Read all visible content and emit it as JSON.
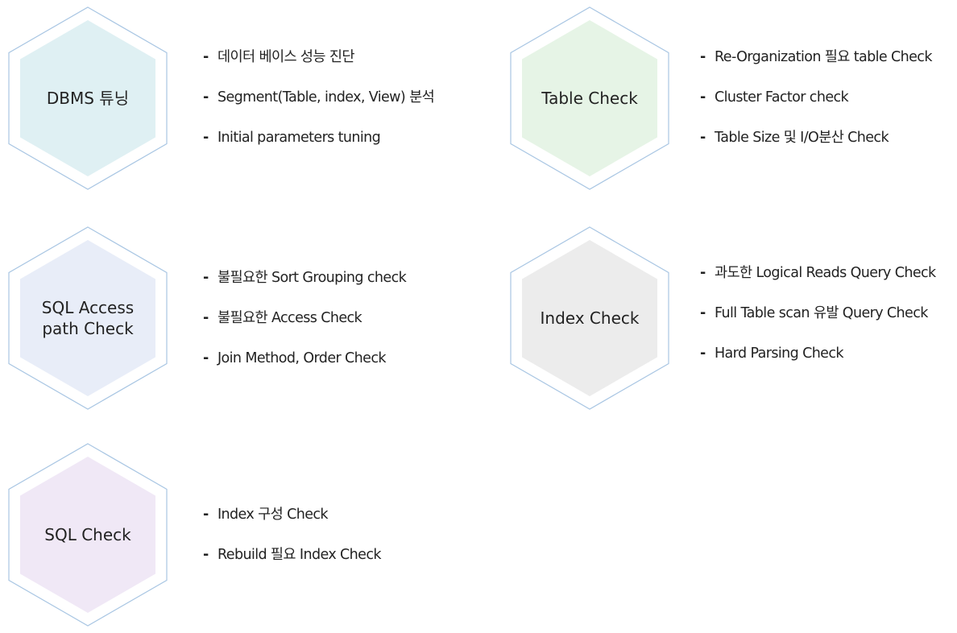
{
  "colors": {
    "outline": "#a9c6e3",
    "dbms": "#dff0f3",
    "table": "#e6f4e6",
    "sql_access": "#e8edf8",
    "index": "#ececec",
    "sql": "#f0e8f6"
  },
  "groups": [
    {
      "title": "DBMS 튜닝",
      "items": [
        "데이터 베이스 성능 진단",
        "Segment(Table, index, View) 분석",
        "Initial parameters tuning"
      ]
    },
    {
      "title": "Table Check",
      "items": [
        "Re-Organization 필요 table Check",
        "Cluster Factor check",
        "Table Size 및 I/O분산 Check"
      ]
    },
    {
      "title": "SQL Access\npath Check",
      "items": [
        "불필요한 Sort Grouping check",
        "불필요한 Access Check",
        "Join Method, Order Check"
      ]
    },
    {
      "title": "Index Check",
      "items": [
        "과도한 Logical Reads Query Check",
        "Full Table scan  유발 Query Check",
        "Hard Parsing Check"
      ]
    },
    {
      "title": "SQL Check",
      "items": [
        "Index 구성 Check",
        "Rebuild 필요 Index Check"
      ]
    }
  ]
}
